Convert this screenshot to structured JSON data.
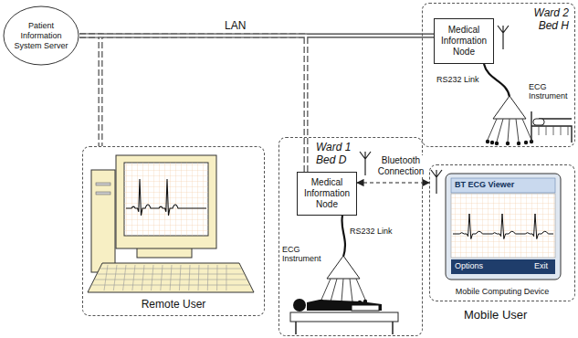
{
  "diagram": {
    "nodes": [
      {
        "text": [
          "Patient Information System Server"
        ]
      },
      {
        "text": [
          "Remote User"
        ]
      },
      {
        "text": [
          "Ward 1 Bed D"
        ]
      },
      {
        "text": [
          "Medical Information Node"
        ],
        "in": 2
      },
      {
        "text": [
          "Ward 2 Bed H"
        ]
      },
      {
        "text": [
          "Medical Information Node"
        ],
        "in": 4
      },
      {
        "text": [
          "Mobile Computing Device"
        ]
      }
    ],
    "edges": [
      {
        "from": 0,
        "to": 5,
        "arrow": "none",
        "label": "LAN"
      },
      {
        "from": 0,
        "to": 1,
        "arrow": "none"
      },
      {
        "from": 0,
        "to": 3,
        "arrow": "none"
      },
      {
        "from": 3,
        "to": 6,
        "arrow": "both",
        "label": "Bluetooth Connection"
      }
    ],
    "labels": [
      "RS232 Link",
      "ECG Instrument",
      "RS232 Link",
      "ECG Instrument",
      "BT ECG Viewer",
      "Options",
      "Exit",
      "Mobile User"
    ]
  }
}
